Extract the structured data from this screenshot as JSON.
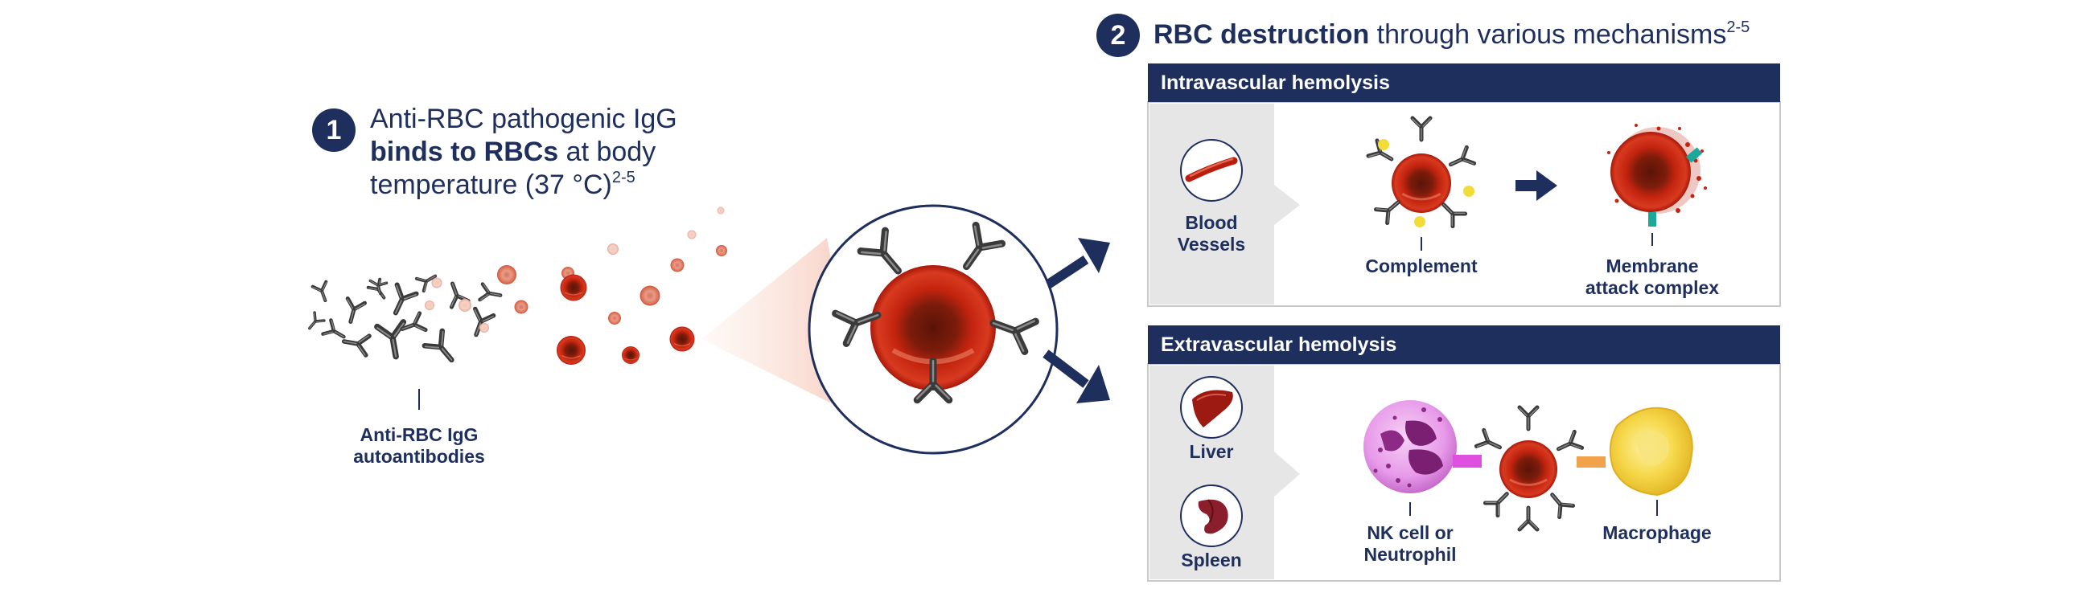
{
  "step1": {
    "number": "1",
    "title_line1": "Anti-RBC pathogenic IgG",
    "title_bold": "binds to RBCs",
    "title_after_bold": " at body",
    "title_line3": "temperature (37 °C)",
    "title_ref": "2-5",
    "antibody_label_line1": "Anti-RBC IgG",
    "antibody_label_line2": "autoantibodies"
  },
  "step2": {
    "number": "2",
    "title_bold": "RBC destruction",
    "title_rest": " through various mechanisms",
    "title_ref": "2-5"
  },
  "intravascular": {
    "header": "Intravascular hemolysis",
    "site_line1": "Blood",
    "site_line2": "Vessels",
    "complement_label": "Complement",
    "mac_label_line1": "Membrane",
    "mac_label_line2": "attack complex"
  },
  "extravascular": {
    "header": "Extravascular hemolysis",
    "site1": "Liver",
    "site2": "Spleen",
    "nk_label_line1": "NK cell or",
    "nk_label_line2": "Neutrophil",
    "macrophage_label": "Macrophage"
  },
  "icons": [
    "antibody-icon",
    "red-blood-cell-icon",
    "blood-vessel-icon",
    "liver-icon",
    "spleen-icon",
    "arrow-right-icon",
    "complement-icon",
    "nk-cell-icon",
    "macrophage-icon"
  ],
  "colors": {
    "navy": "#1e2f5e",
    "rbc_red": "#c0200f",
    "rbc_center": "#6e1a0c",
    "antibody_gray": "#3d3d3d",
    "complement_yellow": "#f2dc3a",
    "mac_teal": "#1aa89a",
    "nk_pink": "#e59ae8",
    "macrophage_yellow": "#f5d84a",
    "panel_gray": "#e6e6e6"
  }
}
